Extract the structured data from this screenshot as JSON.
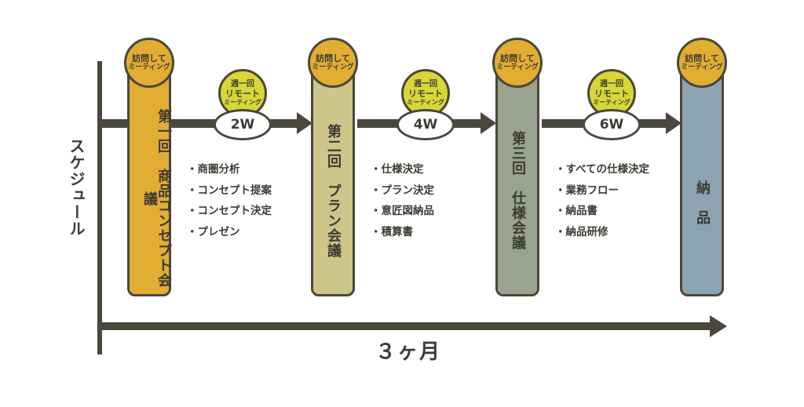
{
  "side_label": "スケジュール",
  "duration_label": "３ヶ月",
  "phases": [
    {
      "label": "第一回　商品コンセプト会議",
      "visit_line1": "訪問して",
      "visit_line2": "ミーティング",
      "color": "#e2ad33"
    },
    {
      "label": "第二回　プラン会議",
      "visit_line1": "訪問して",
      "visit_line2": "ミーティング",
      "color": "#cdc589"
    },
    {
      "label": "第三回　仕様会議",
      "visit_line1": "訪問して",
      "visit_line2": "ミーティング",
      "color": "#9aa38e"
    },
    {
      "label": "納　品",
      "visit_line1": "訪問して",
      "visit_line2": "ミーティング",
      "color": "#8ea3b2"
    }
  ],
  "remote_meetings": [
    {
      "line1": "週一回",
      "line2": "リモート",
      "line3": "ミーティング",
      "weeks": "2W"
    },
    {
      "line1": "週一回",
      "line2": "リモート",
      "line3": "ミーティング",
      "weeks": "4W"
    },
    {
      "line1": "週一回",
      "line2": "リモート",
      "line3": "ミーティング",
      "weeks": "6W"
    }
  ],
  "task_lists": [
    [
      "商圏分析",
      "コンセプト提案",
      "コンセプト決定",
      "プレゼン"
    ],
    [
      "仕様決定",
      "プラン決定",
      "意匠図納品",
      "積算書"
    ],
    [
      "すべての仕様決定",
      "業務フロー",
      "納品書",
      "納品研修"
    ]
  ],
  "colors": {
    "line": "#4a473d",
    "text": "#3d3b33",
    "visit_circle": "#e2ad33",
    "remote_circle": "#d9d637"
  }
}
